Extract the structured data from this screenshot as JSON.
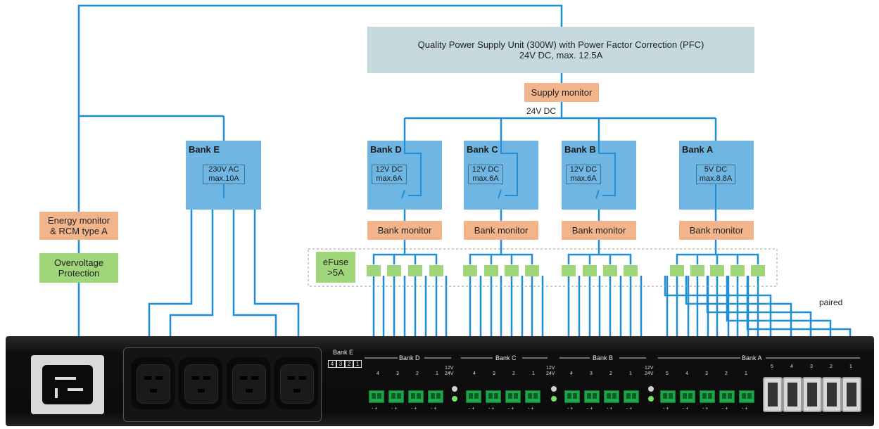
{
  "psu": {
    "line1": "Quality Power Supply Unit (300W) with Power Factor Correction (PFC)",
    "line2": "24V DC, max. 12.5A"
  },
  "supply_monitor": "Supply monitor",
  "bus_label": "24V DC",
  "energy_monitor": {
    "line1": "Energy monitor",
    "line2": "& RCM type A"
  },
  "overvoltage": {
    "line1": "Overvoltage",
    "line2": "Protection"
  },
  "efuse": {
    "line1": "eFuse",
    "line2": ">5A"
  },
  "paired_label": "paired",
  "banks": {
    "E": {
      "title": "Bank E",
      "spec1": "230V AC",
      "spec2": "max.10A"
    },
    "D": {
      "title": "Bank D",
      "spec1": "12V DC",
      "spec2": "max.6A",
      "monitor": "Bank monitor"
    },
    "C": {
      "title": "Bank C",
      "spec1": "12V DC",
      "spec2": "max.6A",
      "monitor": "Bank monitor"
    },
    "B": {
      "title": "Bank B",
      "spec1": "12V DC",
      "spec2": "max.6A",
      "monitor": "Bank monitor"
    },
    "A": {
      "title": "Bank A",
      "spec1": "5V DC",
      "spec2": "max.8.8A",
      "monitor": "Bank monitor"
    }
  },
  "panel": {
    "bank_e_label": "Bank E",
    "bank_e_nums": [
      "4",
      "3",
      "2",
      "1"
    ],
    "bank_d": "Bank D",
    "bank_c": "Bank C",
    "bank_b": "Bank B",
    "bank_a": "Bank A",
    "port_nums_4": [
      "4",
      "3",
      "2",
      "1"
    ],
    "port_nums_5": [
      "5",
      "4",
      "3",
      "2",
      "1"
    ],
    "v12": "12V",
    "v24": "24V",
    "polarity": "- +"
  },
  "colors": {
    "wire": "#1e8fd6",
    "bank_fill": "#6fb6e3",
    "monitor_fill": "#f2b48a",
    "fuse_fill": "#9fd67a",
    "psu_fill": "#c6d9df",
    "panel_fill": "#111111"
  }
}
